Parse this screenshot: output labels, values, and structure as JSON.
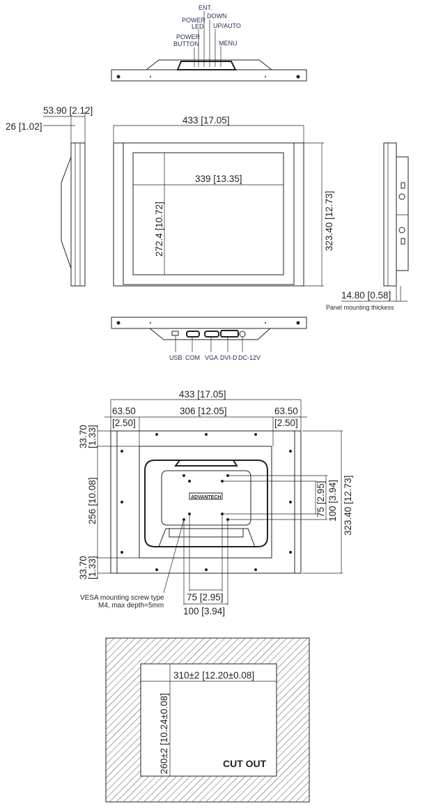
{
  "top_view": {
    "labels": {
      "ent": "ENT.",
      "down": "DOWN",
      "power_led_1": "POWER",
      "power_led_2": "LED",
      "up_auto": "UP/AUTO",
      "power_button_1": "POWER",
      "power_button_2": "BUTTON",
      "menu": "MENU"
    }
  },
  "side_view": {
    "depth": "53.90 [2.12]",
    "bezel_depth": "26 [1.02]"
  },
  "front_view": {
    "width": "433 [17.05]",
    "screen_width": "339 [13.35]",
    "screen_height": "272.4 [10.72]",
    "height": "323.40 [12.73]"
  },
  "right_view": {
    "panel_thickness": "14.80 [0.58]",
    "panel_thickness_label": "Panel mounting thickess"
  },
  "bottom_view": {
    "ports": [
      "USB",
      "COM",
      "VGA",
      "DVI-D",
      "DC-12V"
    ]
  },
  "back_view": {
    "width": "433 [17.05]",
    "left_margin_1": "63.50",
    "left_margin_2": "[2.50]",
    "center": "306 [12.05]",
    "right_margin_1": "63.50",
    "right_margin_2": "[2.50]",
    "top_margin_1": "33.70",
    "top_margin_2": "[1.33]",
    "mid_height": "256 [10.08]",
    "bottom_margin_1": "33.70",
    "bottom_margin_2": "[1.33]",
    "vesa_75_v": "75 [2.95]",
    "vesa_100_v": "100 [3.94]",
    "height": "323.40 [12.73]",
    "vesa_75_h": "75 [2.95]",
    "vesa_100_h": "100 [3.94]",
    "logo": "ADVANTECH",
    "vesa_note_1": "VESA mounting screw type",
    "vesa_note_2": "M4, max depth=5mm"
  },
  "cutout": {
    "width": "310±2 [12.20±0.08]",
    "height": "260±2 [10.24±0.08]",
    "label": "CUT OUT"
  }
}
